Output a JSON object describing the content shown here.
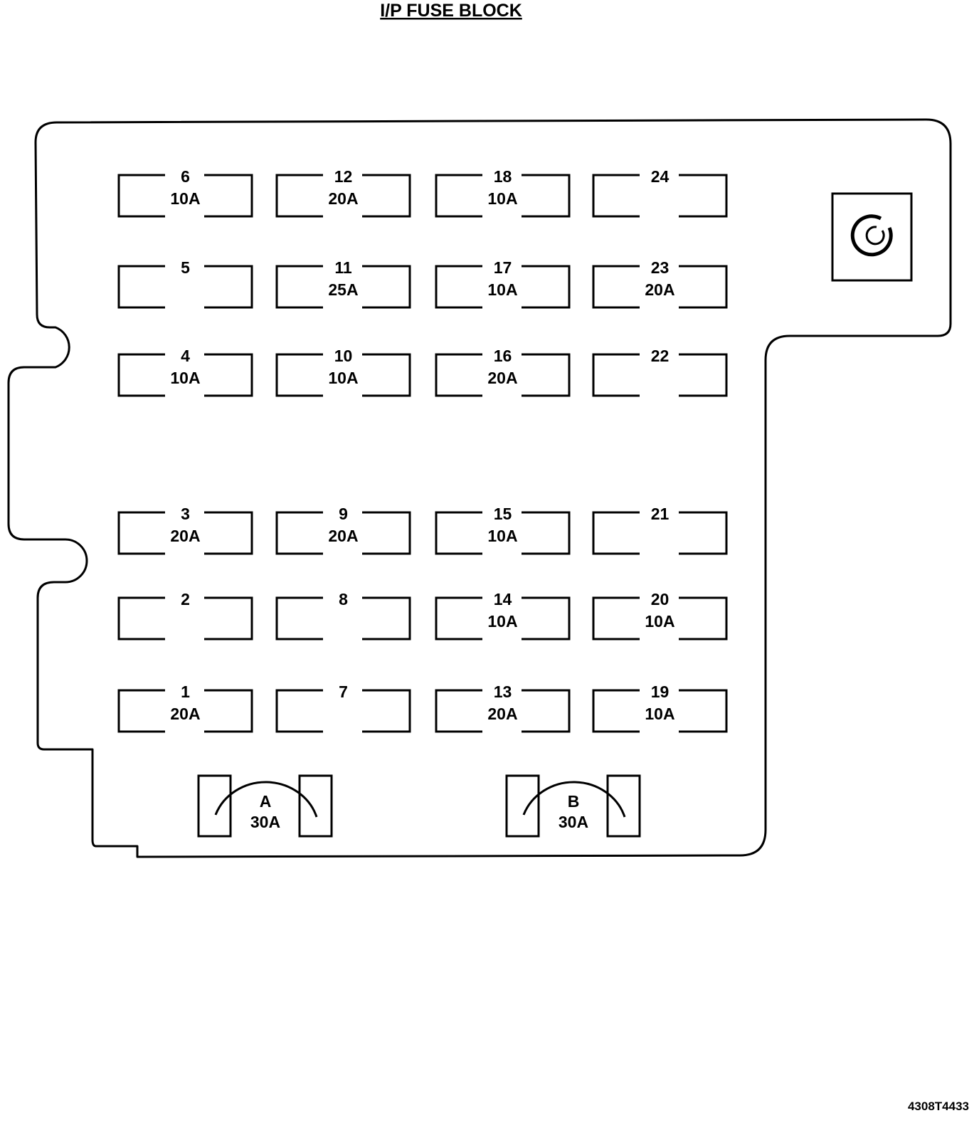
{
  "title": "I/P FUSE BLOCK",
  "drawing_ref": "4308T4433",
  "colors": {
    "line": "#000000",
    "background": "#ffffff"
  },
  "fuses": [
    {
      "id": "6",
      "rating": "10A"
    },
    {
      "id": "12",
      "rating": "20A"
    },
    {
      "id": "18",
      "rating": "10A"
    },
    {
      "id": "24",
      "rating": ""
    },
    {
      "id": "5",
      "rating": ""
    },
    {
      "id": "11",
      "rating": "25A"
    },
    {
      "id": "17",
      "rating": "10A"
    },
    {
      "id": "23",
      "rating": "20A"
    },
    {
      "id": "4",
      "rating": "10A"
    },
    {
      "id": "10",
      "rating": "10A"
    },
    {
      "id": "16",
      "rating": "20A"
    },
    {
      "id": "22",
      "rating": ""
    },
    {
      "id": "3",
      "rating": "20A"
    },
    {
      "id": "9",
      "rating": "20A"
    },
    {
      "id": "15",
      "rating": "10A"
    },
    {
      "id": "21",
      "rating": ""
    },
    {
      "id": "2",
      "rating": ""
    },
    {
      "id": "8",
      "rating": ""
    },
    {
      "id": "14",
      "rating": "10A"
    },
    {
      "id": "20",
      "rating": "10A"
    },
    {
      "id": "1",
      "rating": "20A"
    },
    {
      "id": "7",
      "rating": ""
    },
    {
      "id": "13",
      "rating": "20A"
    },
    {
      "id": "19",
      "rating": "10A"
    }
  ],
  "breakers": [
    {
      "id": "A",
      "rating": "30A"
    },
    {
      "id": "B",
      "rating": "30A"
    }
  ]
}
